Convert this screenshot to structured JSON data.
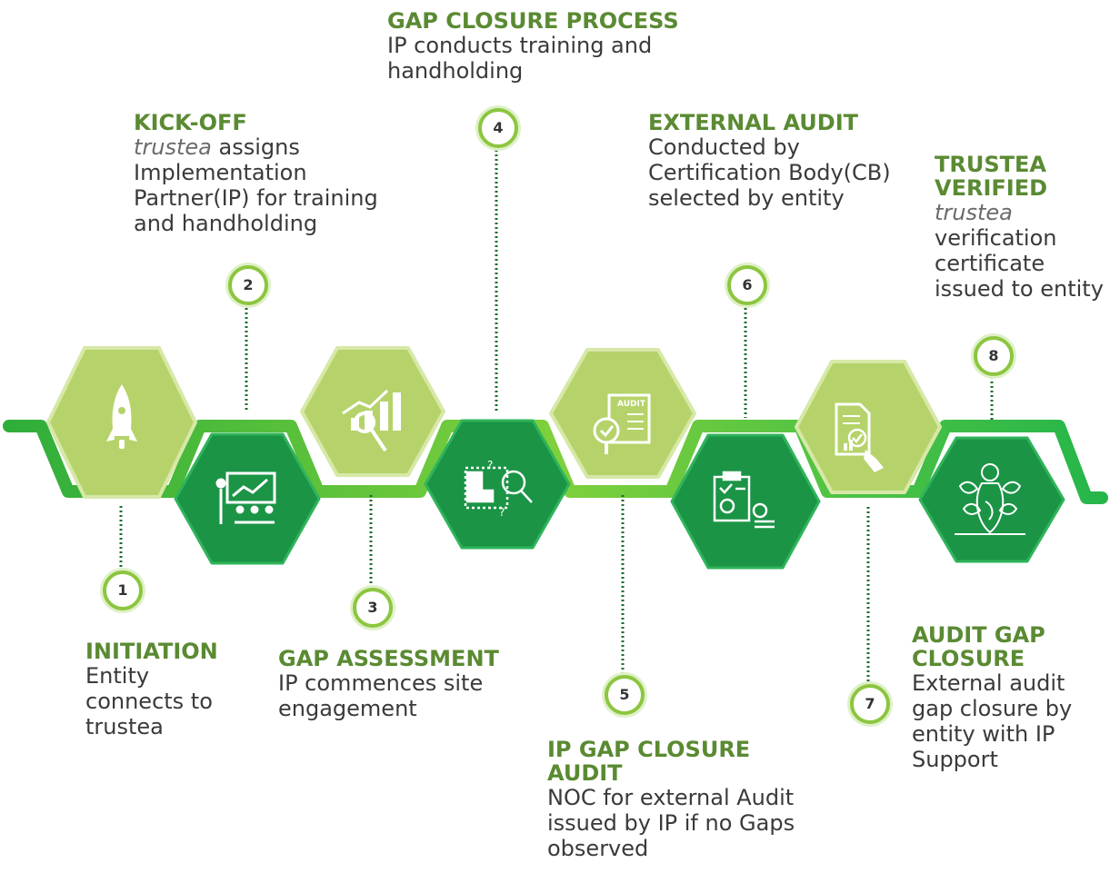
{
  "steps": [
    {
      "number": "1",
      "title": "INITIATION",
      "lead": "",
      "description": "Entity connects to trustea",
      "icon": "rocket-icon"
    },
    {
      "number": "2",
      "title": "KICK-OFF",
      "lead": "trustea",
      "description": " assigns Implementation Partner(IP) for training and handholding",
      "icon": "presentation-training-icon"
    },
    {
      "number": "3",
      "title": "GAP ASSESSMENT",
      "lead": "",
      "description": "IP commences site engagement",
      "icon": "growth-chart-magnifier-icon"
    },
    {
      "number": "4",
      "title": "GAP CLOSURE PROCESS",
      "lead": "",
      "description": "IP conducts training and handholding",
      "icon": "puzzle-analysis-icon"
    },
    {
      "number": "5",
      "title": "IP GAP CLOSURE AUDIT",
      "lead": "",
      "description": "NOC for external Audit issued by IP if no Gaps observed",
      "icon": "audit-document-icon"
    },
    {
      "number": "6",
      "title": "EXTERNAL AUDIT",
      "lead": "",
      "description": "Conducted by Certification Body(CB) selected by entity",
      "icon": "certificate-clipboard-icon"
    },
    {
      "number": "7",
      "title": "AUDIT GAP CLOSURE",
      "lead": "",
      "description": "External audit gap closure by entity with IP Support",
      "icon": "report-checkmark-icon"
    },
    {
      "number": "8",
      "title": "TRUSTEA VERIFIED",
      "lead": "trustea",
      "description": "verification certificate issued to entity",
      "icon": "tea-leaf-emblem-icon"
    }
  ],
  "audit_icon_label": "AUDIT",
  "colors": {
    "title_green": "#5a8a32",
    "light_hexagon": "#b5d36a",
    "dark_hexagon": "#1b9446",
    "wave": "#5ec43a",
    "marker_ring": "#8cc63f"
  }
}
